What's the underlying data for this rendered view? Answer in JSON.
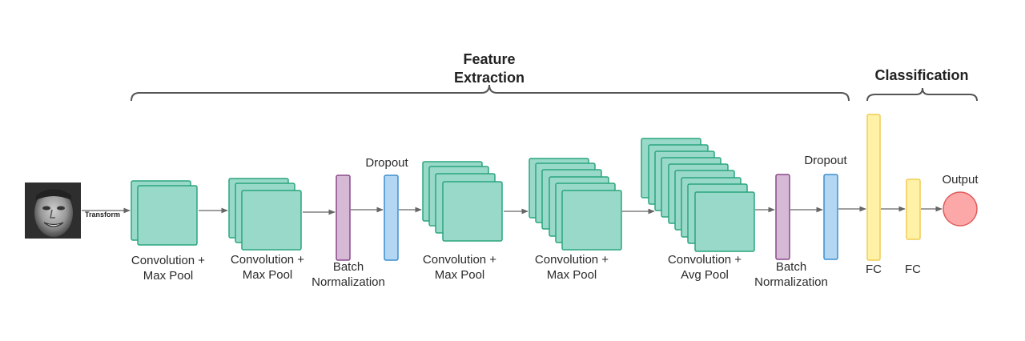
{
  "headers": {
    "feature_extraction": "Feature\nExtraction",
    "classification": "Classification"
  },
  "input": {
    "transform_label": "Transform"
  },
  "labels": {
    "conv1": "Convolution +\nMax Pool",
    "conv2": "Convolution +\nMax Pool",
    "bn1": "Batch\nNormalization",
    "dropout1": "Dropout",
    "conv3": "Convolution +\nMax Pool",
    "conv4": "Convolution +\nMax Pool",
    "conv5": "Convolution +\nAvg Pool",
    "bn2": "Batch\nNormalization",
    "dropout2": "Dropout",
    "fc1": "FC",
    "fc2": "FC",
    "output": "Output"
  },
  "colors": {
    "conv_fill": "#99d9c9",
    "conv_stroke": "#2aa57e",
    "bn_fill": "#d5b9d5",
    "bn_stroke": "#8a4a8a",
    "dropout_fill": "#b3d6f2",
    "dropout_stroke": "#3c8fcf",
    "fc_fill": "#fff2a6",
    "fc_stroke": "#f0cc55",
    "output_fill": "#fca8a8",
    "output_stroke": "#e05d5d",
    "arrow": "#666666",
    "brace": "#555555"
  }
}
